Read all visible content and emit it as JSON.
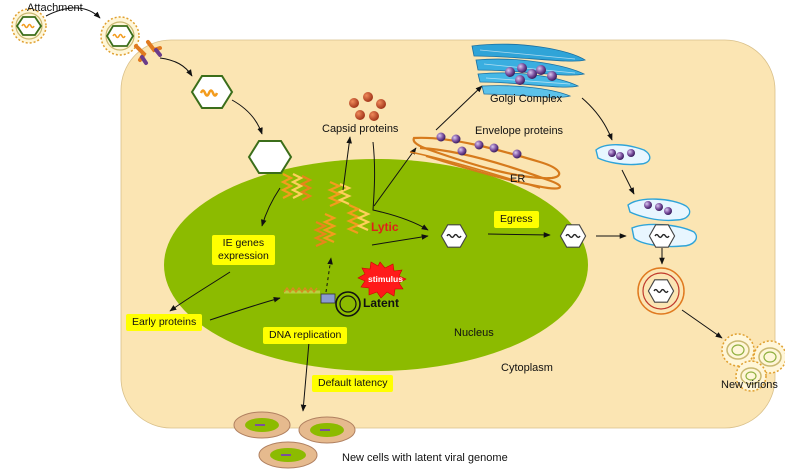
{
  "labels": {
    "attachment": "Attachment",
    "capsid_proteins": "Capsid proteins",
    "golgi_complex": "Golgi Complex",
    "envelope_proteins": "Envelope proteins",
    "er": "ER",
    "lytic": "Lytic",
    "latent": "Latent",
    "stimulus": "stimulus",
    "nucleus": "Nucleus",
    "cytoplasm": "Cytoplasm",
    "new_virions": "New virions",
    "new_cells": "New cells with latent viral genome"
  },
  "boxes": {
    "ie_genes_line1": "IE genes",
    "ie_genes_line2": "expression",
    "early_proteins": "Early proteins",
    "dna_replication": "DNA replication",
    "default_latency": "Default latency",
    "egress": "Egress"
  },
  "colors": {
    "cytoplasm": "#fbe5b3",
    "nucleus": "#8cbb00",
    "highlight": "#ffff00",
    "capsid": "#3b6e1a",
    "dna": "#f39c1e",
    "vesicle": "#3aa4d8",
    "protein": "#7b4f9e",
    "er": "#d67a1c"
  }
}
